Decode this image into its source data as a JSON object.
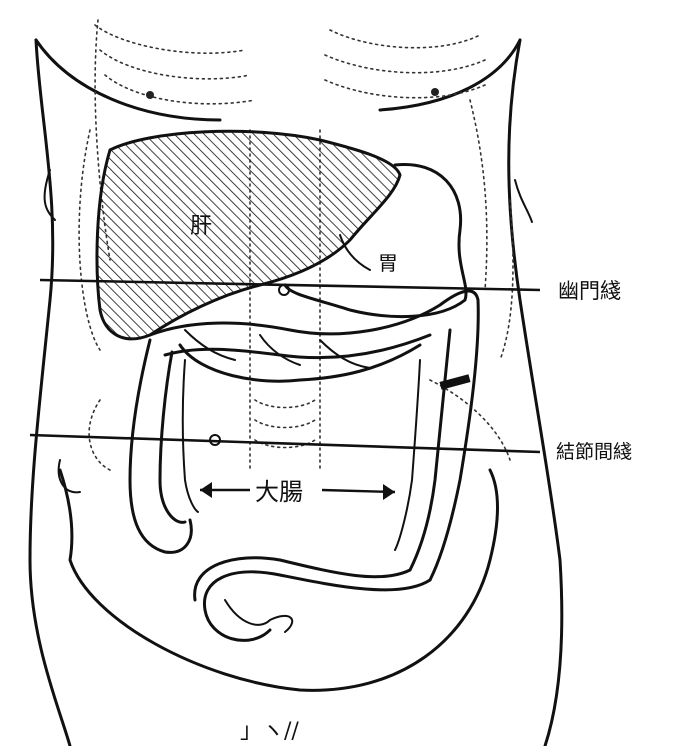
{
  "labels": {
    "liver": "肝",
    "stomach": "胃",
    "large_intestine": "大腸",
    "pylorus_line": "幽門綫",
    "navel_line": "結節間綫",
    "figure_number": "」ヽ//"
  }
}
